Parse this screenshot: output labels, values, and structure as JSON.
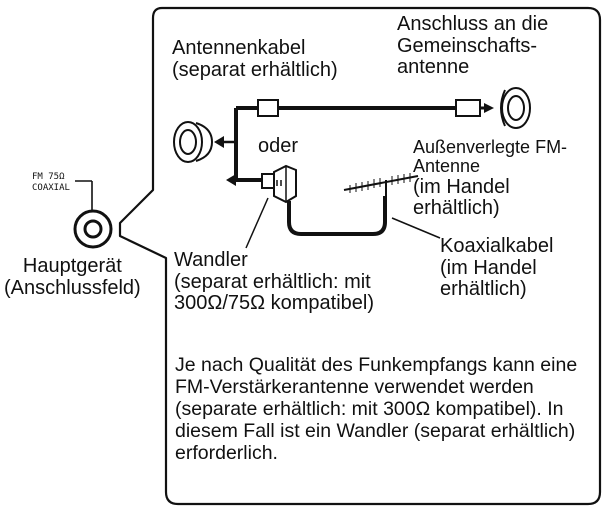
{
  "jack_label": {
    "line1": "FM 75Ω",
    "line2": "COAXIAL"
  },
  "main_unit": {
    "line1": "Hauptgerät",
    "line2": "(Anschlussfeld)"
  },
  "antenna_cable": {
    "line1": "Antennenkabel",
    "line2": "(separat erhältlich)"
  },
  "community_antenna": {
    "line1": "Anschluss an die",
    "line2": "Gemeinschafts-",
    "line3": "antenne"
  },
  "or_label": "oder",
  "outdoor_antenna": {
    "line1": "Außenverlegte FM-",
    "line2": "Antenne",
    "line3": "(im Handel",
    "line4": "erhältlich)"
  },
  "coax_cable": {
    "line1": "Koaxialkabel",
    "line2": "(im Handel",
    "line3": "erhältlich)"
  },
  "converter": {
    "line1": "Wandler",
    "line2": "(separat erhältlich: mit",
    "line3": "300Ω/75Ω kompatibel)"
  },
  "note": "Je nach Qualität des Funkempfangs kann eine FM-Verstärkerantenne verwendet werden (separate erhältlich: mit 300Ω kompatibel). In diesem Fall ist ein Wandler (separat erhältlich) erforderlich.",
  "colors": {
    "line": "#111111",
    "background": "#ffffff"
  }
}
